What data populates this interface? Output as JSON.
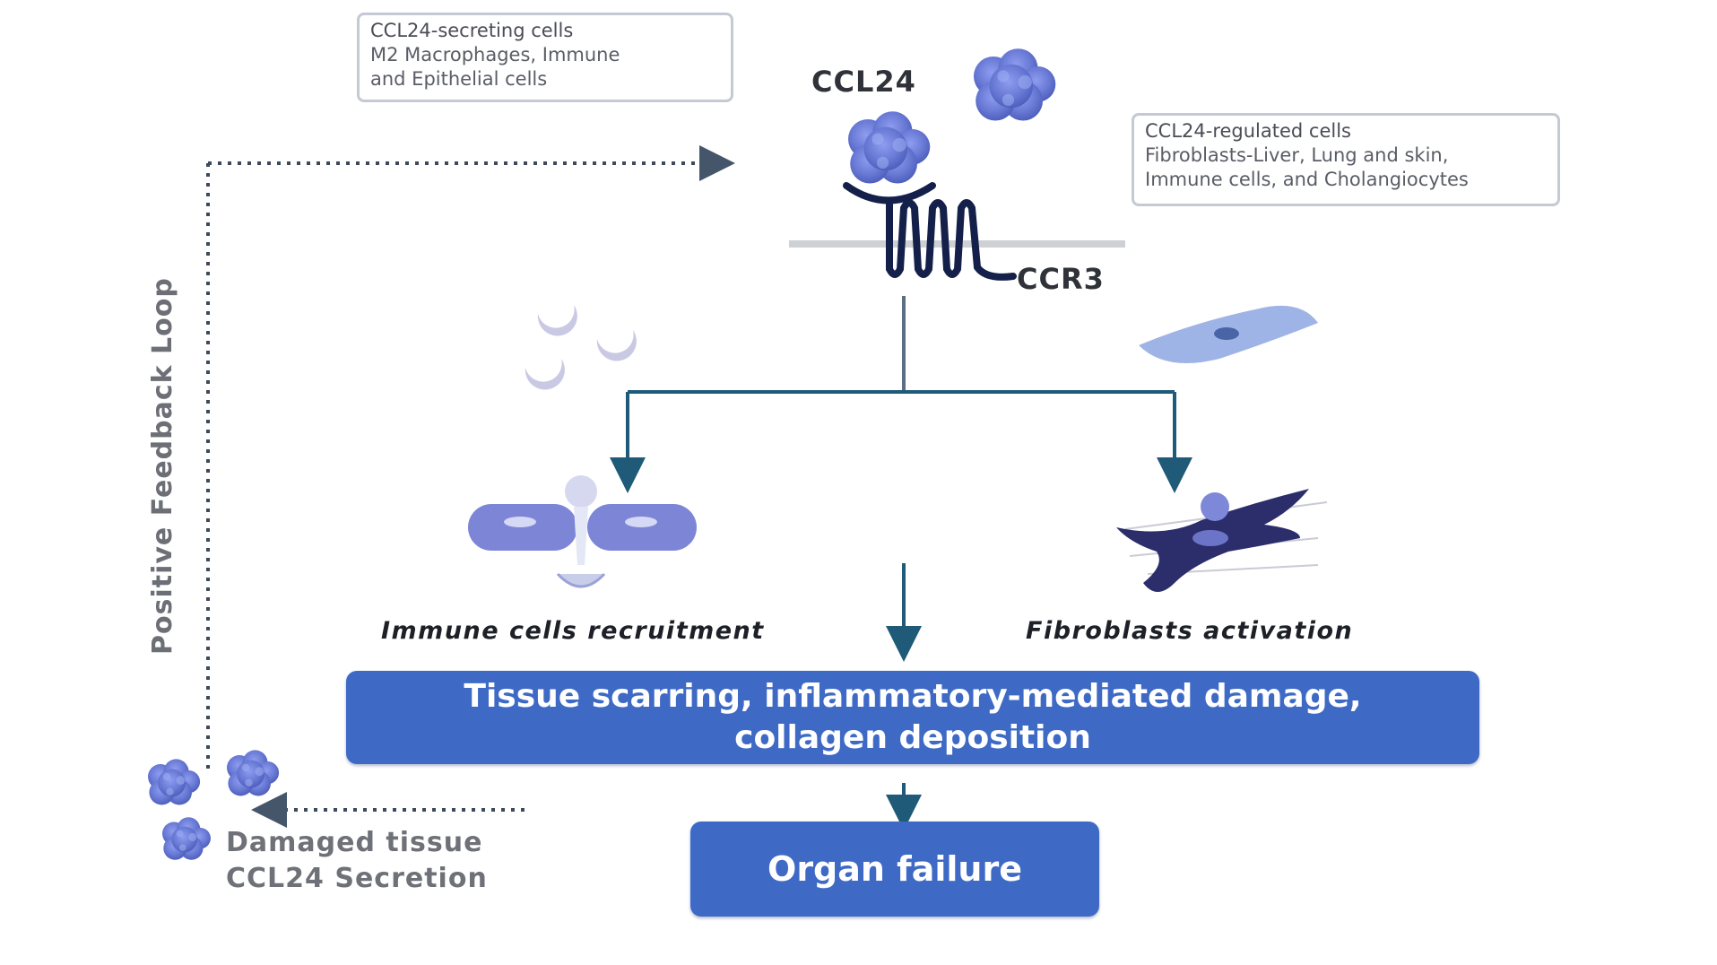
{
  "diagram": {
    "secreting_box": {
      "title": "CCL24-secreting cells",
      "line1": "M2 Macrophages, Immune",
      "line2": "and Epithelial cells"
    },
    "regulated_box": {
      "title": "CCL24-regulated cells",
      "line1": "Fibroblasts-Liver, Lung and skin,",
      "line2": "Immune cells, and Cholangiocytes"
    },
    "ligand_label": "CCL24",
    "receptor_label": "CCR3",
    "feedback_label": "Positive Feedback Loop",
    "branch_left_label": "Immune cells recruitment",
    "branch_right_label": "Fibroblasts activation",
    "outcome_box": {
      "line1": "Tissue scarring, inflammatory-mediated damage,",
      "line2": "collagen deposition"
    },
    "final_box": "Organ failure",
    "damaged_tissue": {
      "line1": "Damaged tissue",
      "line2": "CCL24 Secretion"
    },
    "colors": {
      "box_blue": "#3e6ac6",
      "arrow_teal": "#1f5a78",
      "receptor_navy": "#14204a",
      "chemokine_purple": "#6e7fd8"
    }
  }
}
